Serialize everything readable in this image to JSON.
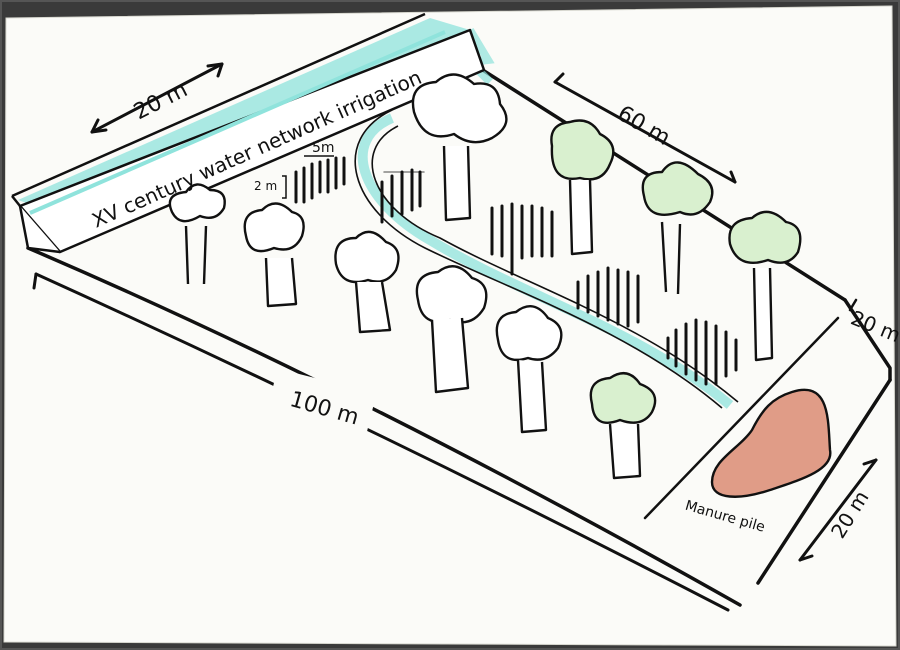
{
  "labels": {
    "irrigation": "XV century water network irrigation",
    "width_top": "20 m",
    "length_right_top": "60 m",
    "length_bottom": "100 m",
    "width_right": "20 m",
    "depth_bottom_right": "20 m",
    "row_spacing": "5m",
    "row_height": "2 m",
    "manure": "Manure pile"
  },
  "colors": {
    "paper": "#fbfbf8",
    "ink": "#111111",
    "water": "#8fe3dc",
    "foliage_green": "#9bd58a",
    "manure": "#d9846a"
  }
}
